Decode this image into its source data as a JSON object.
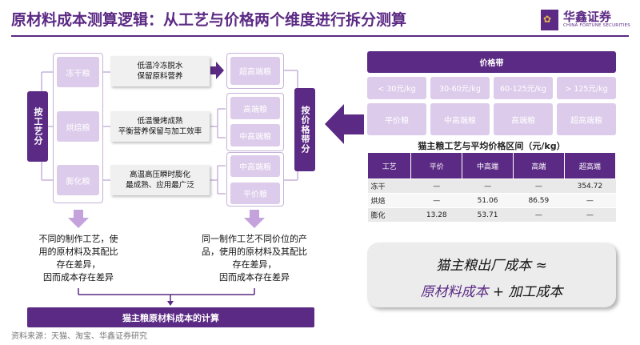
{
  "header": {
    "title": "原材料成本测算逻辑：从工艺与价格两个维度进行拆分测算",
    "logo_cn": "华鑫证券",
    "logo_en": "CHINA FORTUNE SECURITIES"
  },
  "left_axis": "按工艺分",
  "mid_axis": "按价格带分",
  "processes": [
    {
      "name": "冻干粮",
      "desc_line1": "低温冷冻脱水",
      "desc_line2": "保留原料营养"
    },
    {
      "name": "烘焙粮",
      "desc_line1": "低温慢烤成熟",
      "desc_line2": "平衡营养保留与加工效率"
    },
    {
      "name": "膨化粮",
      "desc_line1": "高温高压瞬时膨化",
      "desc_line2": "最成熟、应用最广泛"
    }
  ],
  "tiers_by_process": [
    [
      "超高端粮"
    ],
    [
      "高端粮",
      "中高端粮"
    ],
    [
      "中高端粮",
      "平价粮"
    ]
  ],
  "price_band": {
    "title": "价格带",
    "ranges": [
      "< 30元/kg",
      "30-60元/kg",
      "60-125元/kg",
      "> 125元/kg"
    ],
    "tiers": [
      "平价粮",
      "中高端粮",
      "高端粮",
      "超高端粮"
    ]
  },
  "table": {
    "title": "猫主粮工艺与平均价格区间（元/kg）",
    "headers": [
      "工艺",
      "平价",
      "中高端",
      "高端",
      "超高端"
    ],
    "rows": [
      [
        "冻干",
        "—",
        "—",
        "—",
        "354.72"
      ],
      [
        "烘焙",
        "—",
        "51.06",
        "86.59",
        "—"
      ],
      [
        "膨化",
        "13.28",
        "53.71",
        "—",
        "—"
      ]
    ]
  },
  "notes": {
    "left": [
      "不同的制作工艺，使",
      "用的原材料及其配比",
      "存在差异，",
      "因而成本存在差异"
    ],
    "right": [
      "同一制作工艺不同价位的产",
      "品，使用的原材料及其配比",
      "存在差异，",
      "因而成本存在差异"
    ]
  },
  "bottom_bar": "猫主粮原材料成本的计算",
  "formula": {
    "line1": "猫主粮出厂成本 ≈",
    "line2_part1": "原材料成本",
    "line2_part2": " + 加工成本"
  },
  "source": "资料来源：天猫、淘宝、华鑫证券研究",
  "colors": {
    "brand": "#5b2a84",
    "light": "#dccbea",
    "arrow": "#c4a3dd"
  }
}
